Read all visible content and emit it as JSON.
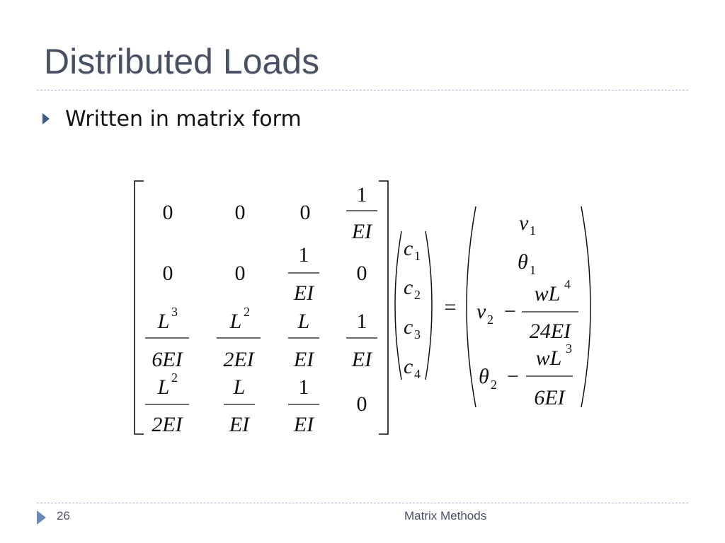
{
  "slide": {
    "title": "Distributed Loads",
    "bullet": "Written in matrix form",
    "page_number": "26",
    "footer": "Matrix Methods"
  },
  "equation": {
    "matrix": [
      [
        {
          "t": "n",
          "v": "0"
        },
        {
          "t": "n",
          "v": "0"
        },
        {
          "t": "n",
          "v": "0"
        },
        {
          "t": "f",
          "num": "1",
          "den": "EI"
        }
      ],
      [
        {
          "t": "n",
          "v": "0"
        },
        {
          "t": "n",
          "v": "0"
        },
        {
          "t": "f",
          "num": "1",
          "den": "EI"
        },
        {
          "t": "n",
          "v": "0"
        }
      ],
      [
        {
          "t": "f",
          "num": "L",
          "num_sup": "3",
          "den": "6EI"
        },
        {
          "t": "f",
          "num": "L",
          "num_sup": "2",
          "den": "2EI"
        },
        {
          "t": "f",
          "num": "L",
          "den": "EI"
        },
        {
          "t": "f",
          "num": "1",
          "den": "EI"
        }
      ],
      [
        {
          "t": "f",
          "num": "L",
          "num_sup": "2",
          "den": "2EI"
        },
        {
          "t": "f",
          "num": "L",
          "den": "EI"
        },
        {
          "t": "f",
          "num": "1",
          "den": "EI"
        },
        {
          "t": "n",
          "v": "0"
        }
      ]
    ],
    "vector_c": [
      {
        "base": "c",
        "sub": "1"
      },
      {
        "base": "c",
        "sub": "2"
      },
      {
        "base": "c",
        "sub": "3"
      },
      {
        "base": "c",
        "sub": "4"
      }
    ],
    "equals": "=",
    "rhs": [
      {
        "base": "v",
        "sub": "1"
      },
      {
        "base": "θ",
        "sub": "1"
      },
      {
        "base": "v",
        "sub": "2",
        "minus": "−",
        "num": "wL",
        "num_sup": "4",
        "den": "24EI"
      },
      {
        "base": "θ",
        "sub": "2",
        "minus": "−",
        "num": "wL",
        "num_sup": "3",
        "den": "6EI"
      }
    ]
  }
}
